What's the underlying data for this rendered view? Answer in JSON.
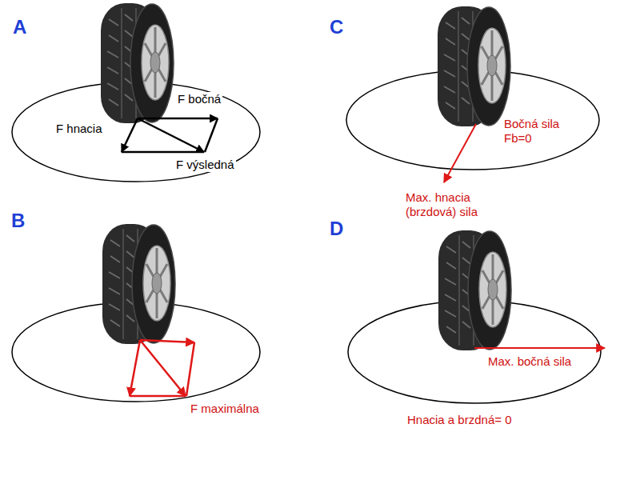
{
  "diagram": {
    "labels": [
      "A",
      "F bočná",
      "F hnacia",
      "F výsledná",
      "B",
      "F maximálna",
      "C",
      "Bočná sila Fb=0",
      "Max. hnacia (brzdová) sila",
      "D",
      "Max. bočná sila",
      "Hnacia a brzdná= 0"
    ]
  }
}
